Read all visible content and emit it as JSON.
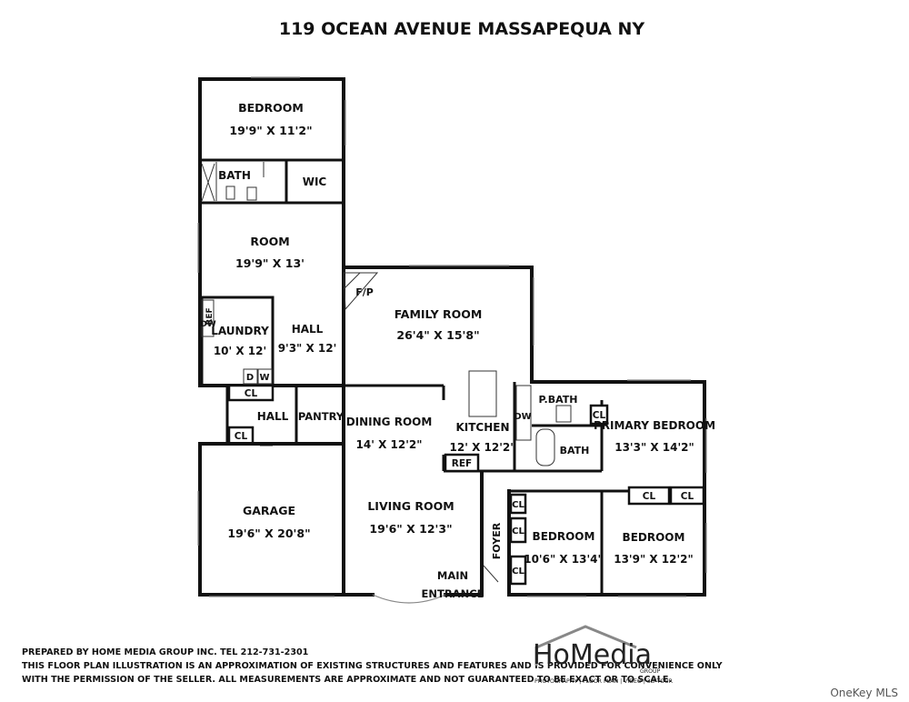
{
  "title": "119 OCEAN AVENUE MASSAPEQUA NY",
  "rooms": [
    {
      "key": "bedroom1",
      "name": "BEDROOM",
      "size": "19'9\" X 11'2\""
    },
    {
      "key": "bath1",
      "name": "BATH",
      "size": ""
    },
    {
      "key": "wic",
      "name": "WIC",
      "size": ""
    },
    {
      "key": "room",
      "name": "ROOM",
      "size": "19'9\" X 13'"
    },
    {
      "key": "laundry",
      "name": "LAUNDRY",
      "size": "10' X 12'"
    },
    {
      "key": "hall1",
      "name": "HALL",
      "size": "9'3\" X 12'"
    },
    {
      "key": "family",
      "name": "FAMILY ROOM",
      "size": "26'4\" X 15'8\""
    },
    {
      "key": "dining",
      "name": "DINING ROOM",
      "size": "14' X 12'2\""
    },
    {
      "key": "kitchen",
      "name": "KITCHEN",
      "size": "12' X 12'2\""
    },
    {
      "key": "hall2",
      "name": "HALL",
      "size": ""
    },
    {
      "key": "pantry",
      "name": "PANTRY",
      "size": ""
    },
    {
      "key": "garage",
      "name": "GARAGE",
      "size": "19'6\" X 20'8\""
    },
    {
      "key": "living",
      "name": "LIVING ROOM",
      "size": "19'6\" X 12'3\""
    },
    {
      "key": "pbath",
      "name": "P.BATH",
      "size": ""
    },
    {
      "key": "bath2",
      "name": "BATH",
      "size": ""
    },
    {
      "key": "primary",
      "name": "PRIMARY BEDROOM",
      "size": "13'3\" X 14'2\""
    },
    {
      "key": "bedroom2",
      "name": "BEDROOM",
      "size": "10'6\" X 13'4\""
    },
    {
      "key": "bedroom3",
      "name": "BEDROOM",
      "size": "13'9\" X 12'2\""
    }
  ],
  "fixtures": {
    "fp": "F/P",
    "ref1": "REF",
    "ref2": "REF",
    "dw1": "DW",
    "dw2": "DW",
    "d": "D",
    "w": "W",
    "cl": "CL",
    "foyer": "FOYER",
    "main1": "MAIN",
    "main2": "ENTRANCE"
  },
  "footer": {
    "line1": "PREPARED BY  HOME MEDIA GROUP INC.  TEL 212-731-2301",
    "line2": "THIS FLOOR PLAN ILLUSTRATION IS AN APPROXIMATION OF EXISTING STRUCTURES AND FEATURES AND IS PROVIDED FOR CONVENIENCE ONLY",
    "line3": "WITH THE PERMISSION OF THE SELLER. ALL MEASUREMENTS ARE APPROXIMATE AND NOT GUARANTEED TO BE EXACT OR TO SCALE."
  },
  "logo": {
    "name": "HoMedia",
    "group": "GROUP",
    "services": "PHOTOGRAPHY | FLOOR PLAN | VIDEO | 3D TOUR"
  },
  "credit": "OneKey MLS"
}
